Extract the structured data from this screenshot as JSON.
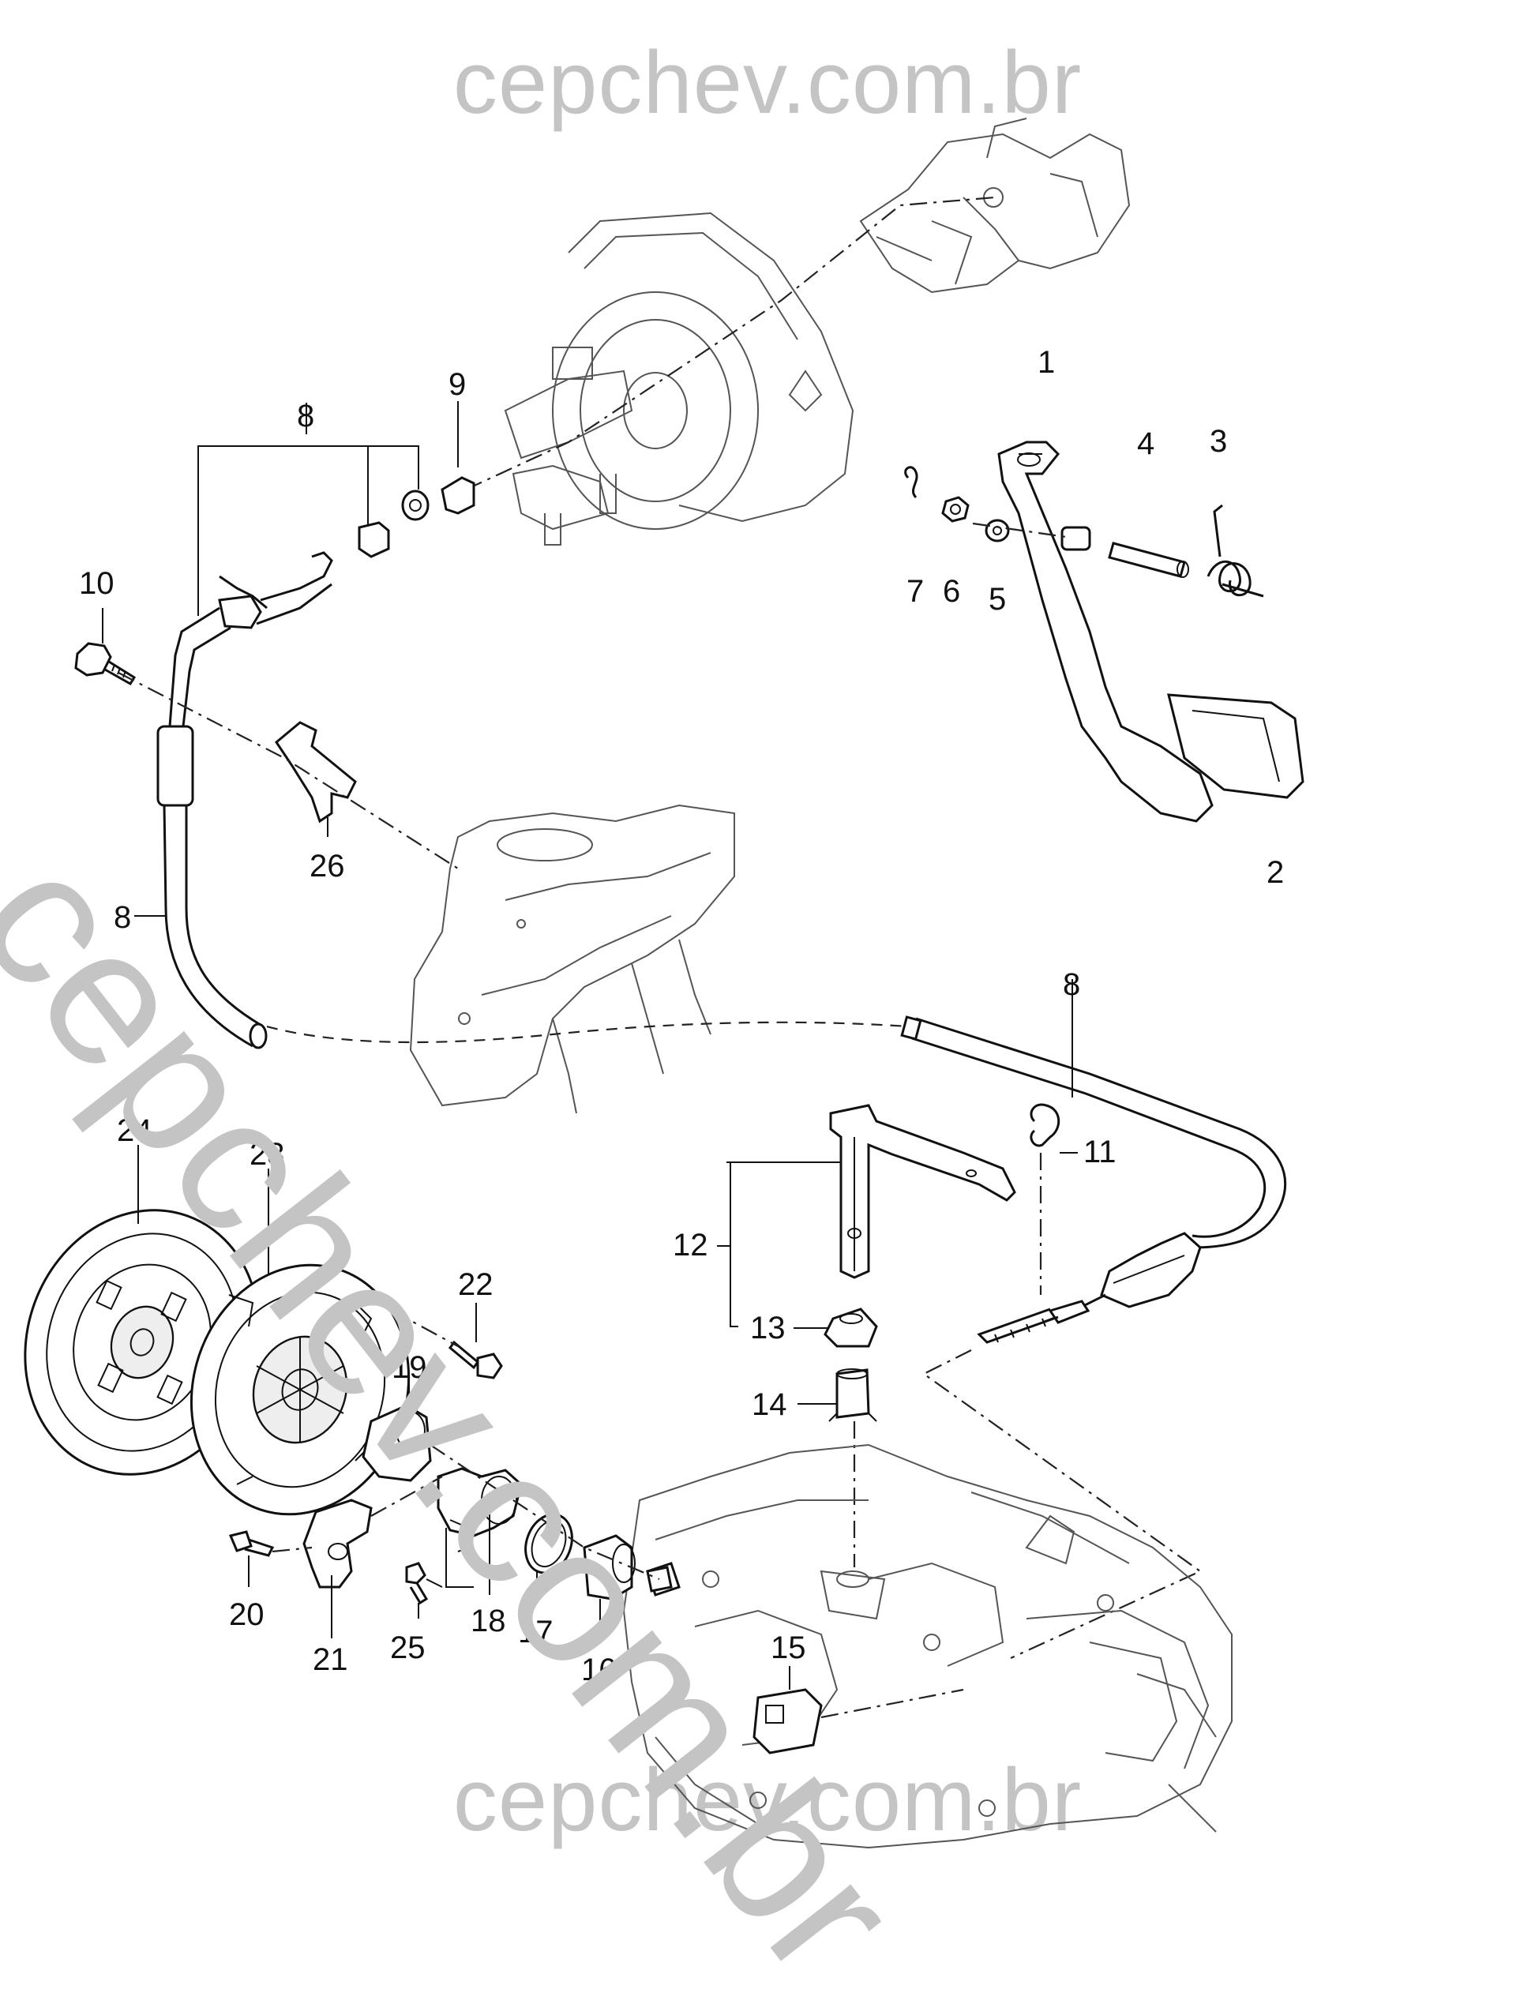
{
  "watermark": {
    "top": "cepchev.com.br",
    "bottom": "cepchev.com.br",
    "diagonal": "cepchev.com.br"
  },
  "callouts": [
    {
      "id": "1",
      "text": "1"
    },
    {
      "id": "2",
      "text": "2"
    },
    {
      "id": "3",
      "text": "3"
    },
    {
      "id": "4",
      "text": "4"
    },
    {
      "id": "5",
      "text": "5"
    },
    {
      "id": "6",
      "text": "6"
    },
    {
      "id": "7",
      "text": "7"
    },
    {
      "id": "8a",
      "text": "8"
    },
    {
      "id": "8b",
      "text": "8"
    },
    {
      "id": "8c",
      "text": "8"
    },
    {
      "id": "9",
      "text": "9"
    },
    {
      "id": "10",
      "text": "10"
    },
    {
      "id": "11",
      "text": "11"
    },
    {
      "id": "12",
      "text": "12"
    },
    {
      "id": "13",
      "text": "13"
    },
    {
      "id": "14",
      "text": "14"
    },
    {
      "id": "15",
      "text": "15"
    },
    {
      "id": "16",
      "text": "16"
    },
    {
      "id": "17",
      "text": "17"
    },
    {
      "id": "18",
      "text": "18"
    },
    {
      "id": "19",
      "text": "19"
    },
    {
      "id": "20",
      "text": "20"
    },
    {
      "id": "21",
      "text": "21"
    },
    {
      "id": "22",
      "text": "22"
    },
    {
      "id": "23",
      "text": "23"
    },
    {
      "id": "24",
      "text": "24"
    },
    {
      "id": "25",
      "text": "25"
    },
    {
      "id": "26",
      "text": "26"
    }
  ]
}
